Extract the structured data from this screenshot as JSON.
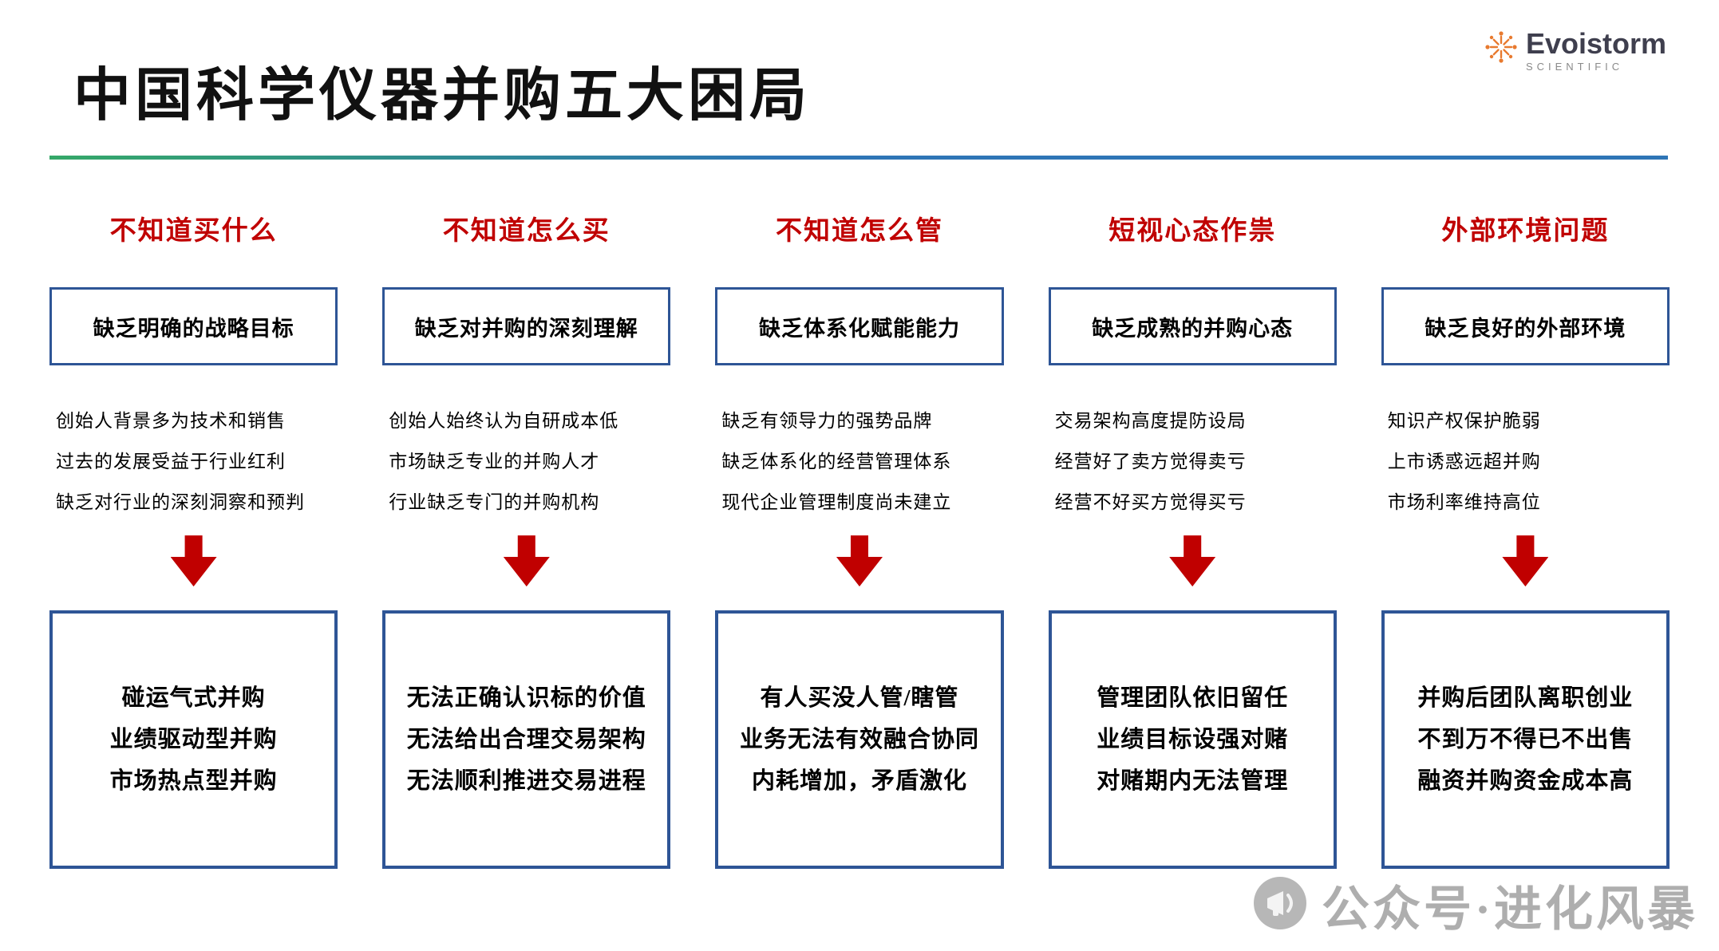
{
  "title": "中国科学仪器并购五大困局",
  "logo": {
    "name": "Evoistorm",
    "sub": "SCIENTIFIC"
  },
  "watermark": {
    "text": "公众号·进化风暴"
  },
  "colors": {
    "accent_red": "#c00000",
    "box_border": "#2e5596",
    "gradient_start": "#35a868",
    "gradient_end": "#2e75b6",
    "logo_orange": "#e87a2f",
    "watermark_gray": "#9b9b9b"
  },
  "columns": [
    {
      "heading": "不知道买什么",
      "box": "缺乏明确的战略目标",
      "causes": [
        "创始人背景多为技术和销售",
        "过去的发展受益于行业红利",
        "缺乏对行业的深刻洞察和预判"
      ],
      "results": [
        "碰运气式并购",
        "业绩驱动型并购",
        "市场热点型并购"
      ]
    },
    {
      "heading": "不知道怎么买",
      "box": "缺乏对并购的深刻理解",
      "causes": [
        "创始人始终认为自研成本低",
        "市场缺乏专业的并购人才",
        "行业缺乏专门的并购机构"
      ],
      "results": [
        "无法正确认识标的价值",
        "无法给出合理交易架构",
        "无法顺利推进交易进程"
      ]
    },
    {
      "heading": "不知道怎么管",
      "box": "缺乏体系化赋能能力",
      "causes": [
        "缺乏有领导力的强势品牌",
        "缺乏体系化的经营管理体系",
        "现代企业管理制度尚未建立"
      ],
      "results": [
        "有人买没人管/瞎管",
        "业务无法有效融合协同",
        "内耗增加，矛盾激化"
      ]
    },
    {
      "heading": "短视心态作祟",
      "box": "缺乏成熟的并购心态",
      "causes": [
        "交易架构高度提防设局",
        "经营好了卖方觉得卖亏",
        "经营不好买方觉得买亏"
      ],
      "results": [
        "管理团队依旧留任",
        "业绩目标设强对赌",
        "对赌期内无法管理"
      ]
    },
    {
      "heading": "外部环境问题",
      "box": "缺乏良好的外部环境",
      "causes": [
        "知识产权保护脆弱",
        "上市诱惑远超并购",
        "市场利率维持高位"
      ],
      "results": [
        "并购后团队离职创业",
        "不到万不得已不出售",
        "融资并购资金成本高"
      ]
    }
  ]
}
